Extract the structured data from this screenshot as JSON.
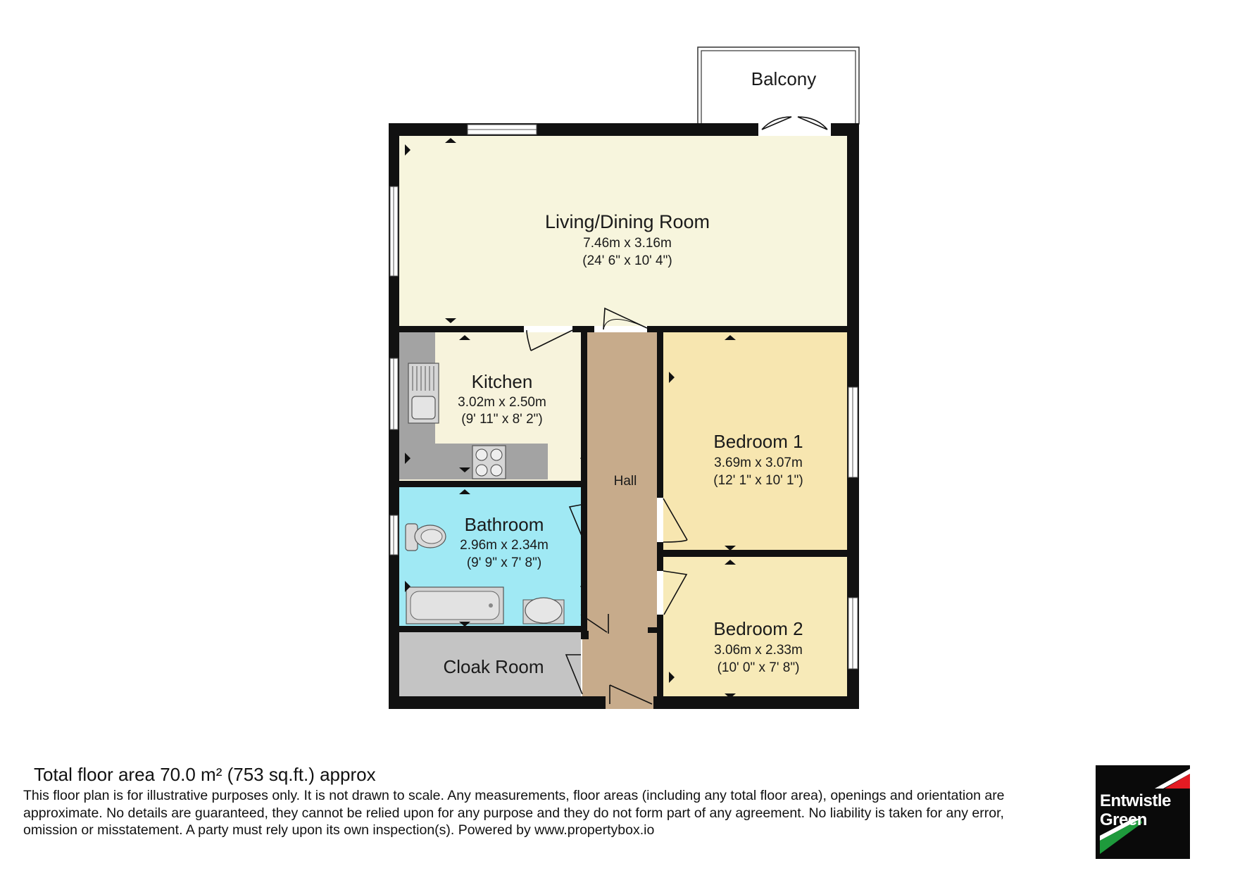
{
  "rooms": {
    "balcony": {
      "name": "Balcony"
    },
    "living": {
      "name": "Living/Dining Room",
      "metric": "7.46m x 3.16m",
      "imperial": "(24' 6\" x 10' 4\")"
    },
    "kitchen": {
      "name": "Kitchen",
      "metric": "3.02m x 2.50m",
      "imperial": "(9' 11\" x 8' 2\")"
    },
    "hall": {
      "name": "Hall"
    },
    "bedroom1": {
      "name": "Bedroom 1",
      "metric": "3.69m x 3.07m",
      "imperial": "(12' 1\" x 10' 1\")"
    },
    "bathroom": {
      "name": "Bathroom",
      "metric": "2.96m x 2.34m",
      "imperial": "(9' 9\" x 7' 8\")"
    },
    "bedroom2": {
      "name": "Bedroom 2",
      "metric": "3.06m x 2.33m",
      "imperial": "(10' 0\" x 7' 8\")"
    },
    "cloak": {
      "name": "Cloak Room"
    }
  },
  "colors": {
    "living": "#f7f5dd",
    "kitchen": "#f7f3dc",
    "worktop": "#a3a3a3",
    "hall": "#c7ab8b",
    "bedroom1": "#f7e6b0",
    "bedroom2": "#f7eab8",
    "bathroom": "#a0e9f4",
    "cloak": "#c4c4c4",
    "wall": "#111111",
    "logo_red": "#e31b23",
    "logo_green": "#1e9a3c"
  },
  "footer": {
    "total_area": "Total floor area 70.0 m² (753 sq.ft.) approx",
    "disclaimer": "This floor plan is for illustrative purposes only. It is not drawn to scale. Any measurements, floor areas (including any total floor area), openings and orientation are approximate. No details are guaranteed, they cannot be relied upon for any purpose and they do not form part of any agreement. No liability is taken for any error, omission or misstatement. A party must rely upon its own inspection(s). Powered by www.propertybox.io"
  },
  "logo": {
    "line1": "Entwistle",
    "line2": "Green"
  }
}
